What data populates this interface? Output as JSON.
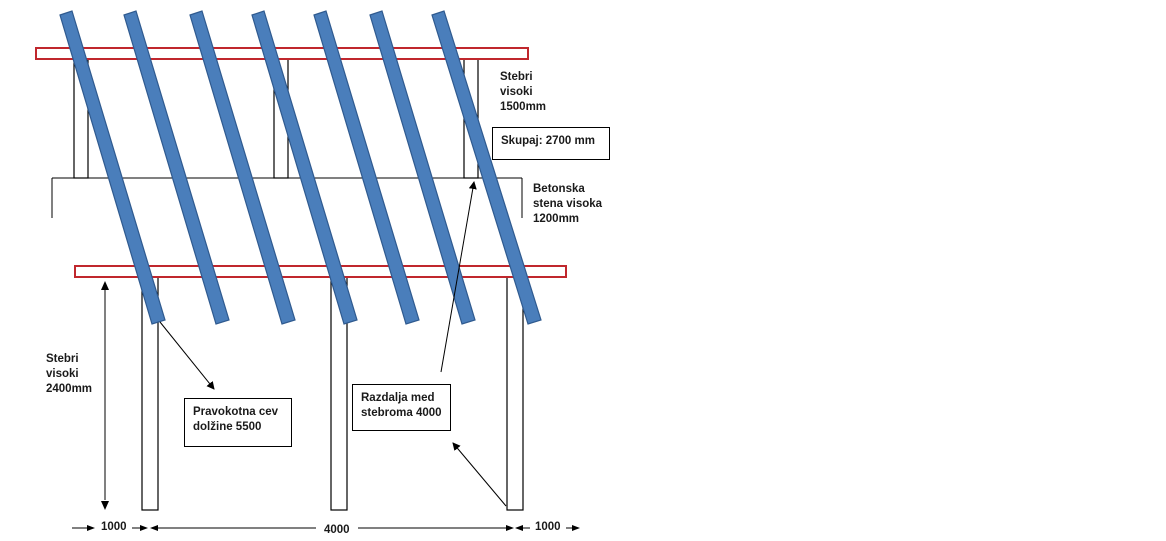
{
  "labels": {
    "top_posts": [
      "Stebri",
      "visoki",
      "1500mm"
    ],
    "total": "Skupaj: 2700 mm",
    "wall": [
      "Betonska",
      "stena visoka",
      "1200mm"
    ],
    "bottom_posts": [
      "Stebri",
      "visoki",
      "2400mm"
    ],
    "tube": [
      "Pravokotna cev",
      "dolžine 5500"
    ],
    "distance": [
      "Razdalja med",
      "stebroma 4000"
    ]
  },
  "dimensions": {
    "left": "1000",
    "middle": "4000",
    "right": "1000"
  },
  "colors": {
    "beam_fill": "#4a7ebb",
    "beam_stroke": "#2f5a8f",
    "rail_stroke": "#c0272d",
    "line": "#000000"
  }
}
